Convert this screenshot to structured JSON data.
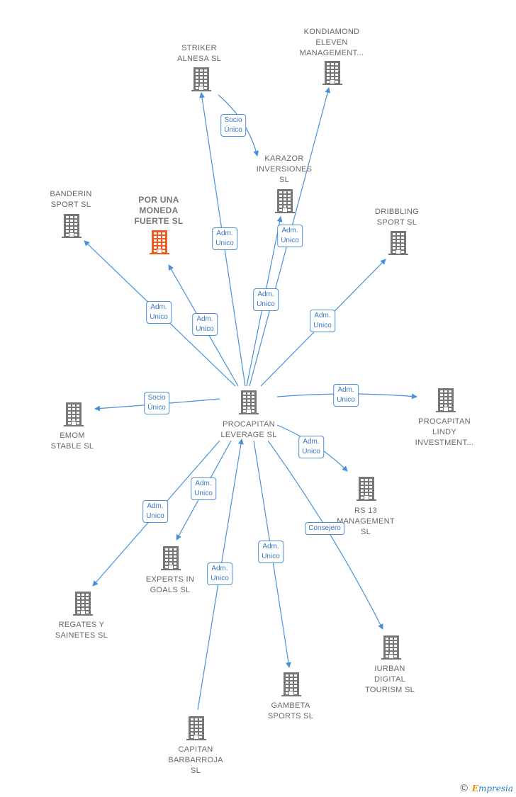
{
  "colors": {
    "edge": "#4a90d9",
    "building": "#777777",
    "highlight": "#f05a22"
  },
  "nodes": [
    {
      "id": "procapitan",
      "label": "PROCAPITAN\nLEVERAGE  SL",
      "icon": "building-icon"
    },
    {
      "id": "striker",
      "label": "STRIKER\nALNESA  SL",
      "icon": "building-icon"
    },
    {
      "id": "kondiamond",
      "label": "KONDIAMOND\nELEVEN\nMANAGEMENT...",
      "icon": "building-icon"
    },
    {
      "id": "karazor",
      "label": "KARAZOR\nINVERSIONES\nSL",
      "icon": "building-icon"
    },
    {
      "id": "banderin",
      "label": "BANDERIN\nSPORT  SL",
      "icon": "building-icon"
    },
    {
      "id": "moneda",
      "label": "POR UNA\nMONEDA\nFUERTE  SL",
      "icon": "building-icon",
      "highlight": true
    },
    {
      "id": "dribbling",
      "label": "DRIBBLING\nSPORT  SL",
      "icon": "building-icon"
    },
    {
      "id": "emom",
      "label": "EMOM\nSTABLE  SL",
      "icon": "building-icon"
    },
    {
      "id": "lindy",
      "label": "PROCAPITAN\nLINDY\nINVESTMENT...",
      "icon": "building-icon"
    },
    {
      "id": "rs13",
      "label": "RS 13\nMANAGEMENT\nSL",
      "icon": "building-icon"
    },
    {
      "id": "experts",
      "label": "EXPERTS IN\nGOALS  SL",
      "icon": "building-icon"
    },
    {
      "id": "regates",
      "label": "REGATES Y\nSAINETES  SL",
      "icon": "building-icon"
    },
    {
      "id": "iurban",
      "label": "IURBAN\nDIGITAL\nTOURISM  SL",
      "icon": "building-icon"
    },
    {
      "id": "gambeta",
      "label": "GAMBETA\nSPORTS  SL",
      "icon": "building-icon"
    },
    {
      "id": "capitan",
      "label": "CAPITAN\nBARBARROJA\nSL",
      "icon": "building-icon"
    }
  ],
  "edges": [
    {
      "from": "striker",
      "to": "karazor",
      "label": "Socio\nÚnico"
    },
    {
      "from": "procapitan",
      "to": "striker",
      "label": "Adm.\nUnico"
    },
    {
      "from": "procapitan",
      "to": "kondiamond",
      "label": "Adm.\nUnico"
    },
    {
      "from": "procapitan",
      "to": "karazor",
      "label": "Adm.\nUnico"
    },
    {
      "from": "procapitan",
      "to": "banderin",
      "label": "Adm.\nUnico"
    },
    {
      "from": "procapitan",
      "to": "moneda",
      "label": "Adm.\nUnico"
    },
    {
      "from": "procapitan",
      "to": "dribbling",
      "label": "Adm.\nUnico"
    },
    {
      "from": "procapitan",
      "to": "emom",
      "label": "Socio\nÚnico"
    },
    {
      "from": "procapitan",
      "to": "lindy",
      "label": "Adm.\nUnico"
    },
    {
      "from": "procapitan",
      "to": "rs13",
      "label": "Adm.\nUnico"
    },
    {
      "from": "procapitan",
      "to": "experts",
      "label": "Adm.\nUnico"
    },
    {
      "from": "procapitan",
      "to": "regates",
      "label": "Adm.\nUnico"
    },
    {
      "from": "procapitan",
      "to": "iurban",
      "label": "Consejero"
    },
    {
      "from": "procapitan",
      "to": "gambeta",
      "label": "Adm.\nUnico"
    },
    {
      "from": "capitan",
      "to": "procapitan",
      "label": "Adm.\nUnico"
    }
  ],
  "brand": {
    "copyright": "©",
    "name": "mpresia",
    "initial": "E"
  }
}
